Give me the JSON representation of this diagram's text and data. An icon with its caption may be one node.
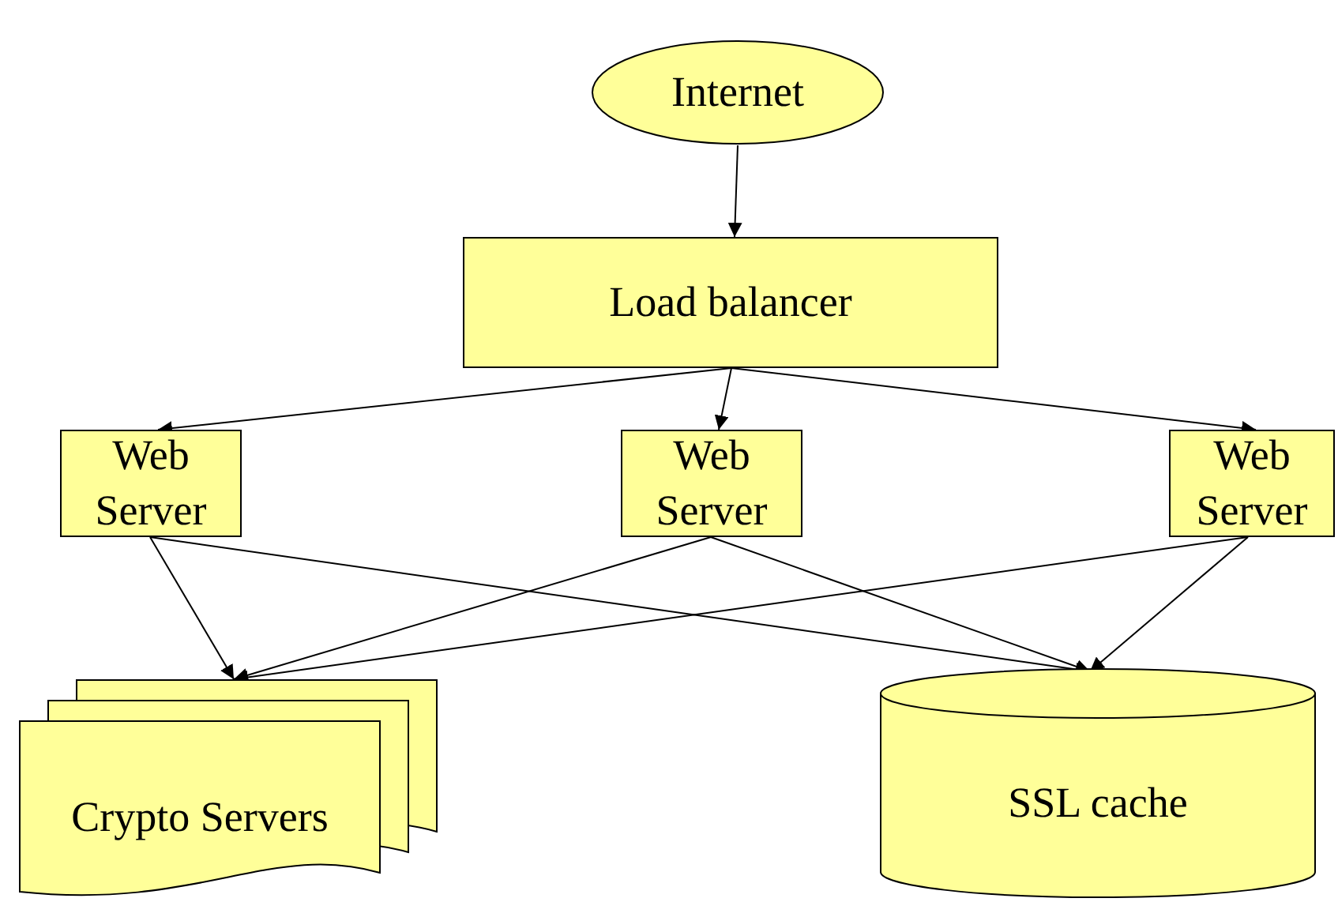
{
  "diagram": {
    "nodes": [
      {
        "text": [
          "Internet"
        ]
      },
      {
        "text": [
          "Load balancer"
        ]
      },
      {
        "text": [
          "Web Server"
        ]
      },
      {
        "text": [
          "Web Server"
        ]
      },
      {
        "text": [
          "Web Server"
        ]
      },
      {
        "text": [
          "Crypto Servers"
        ]
      },
      {
        "text": [
          "SSL cache"
        ]
      }
    ],
    "edges": [
      {
        "from": 0,
        "to": 1,
        "arrow": "to"
      },
      {
        "from": 1,
        "to": 2,
        "arrow": "to"
      },
      {
        "from": 1,
        "to": 3,
        "arrow": "to"
      },
      {
        "from": 1,
        "to": 4,
        "arrow": "to"
      },
      {
        "from": 2,
        "to": 5,
        "arrow": "to"
      },
      {
        "from": 2,
        "to": 6,
        "arrow": "to"
      },
      {
        "from": 3,
        "to": 5,
        "arrow": "to"
      },
      {
        "from": 3,
        "to": 6,
        "arrow": "to"
      },
      {
        "from": 4,
        "to": 5,
        "arrow": "to"
      },
      {
        "from": 4,
        "to": 6,
        "arrow": "to"
      }
    ]
  }
}
